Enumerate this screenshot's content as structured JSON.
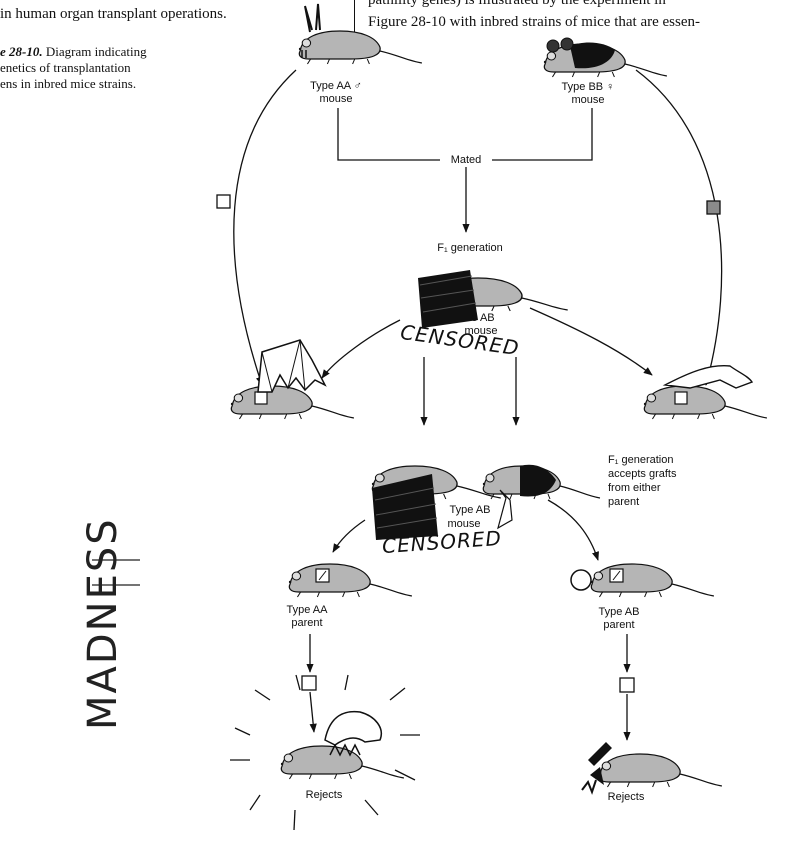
{
  "page": {
    "top_left_line": "in human organ transplant operations.",
    "top_right_line1": "pathility genes) is illustrated by the experiment in",
    "top_right_line2": "Figure 28-10 with inbred strains of mice that are essen-",
    "caption_label": "e 28-10.",
    "caption_line1": " Diagram indicating",
    "caption_line2": "enetics of transplantation",
    "caption_line3": "ens in inbred mice strains."
  },
  "diagram": {
    "type_aa_male": "Type AA ♂",
    "type_aa_male_sub": "mouse",
    "type_bb_female": "Type BB ♀",
    "type_bb_female_sub": "mouse",
    "mated": "Mated",
    "f1_generation": "F₁  generation",
    "type_ab_top": "e AB",
    "type_ab_top_sub": "mouse",
    "censored_1": "CENSORED",
    "f1_accepts": [
      "F₁  generation",
      "accepts grafts",
      "from either",
      "parent"
    ],
    "type_ab_mid": "Type AB",
    "type_ab_mid_sub": "mouse",
    "censored_2": "CENSORED",
    "type_aa_parent": "Type AA",
    "type_aa_parent_sub": "parent",
    "type_ab_parent": "Type AB",
    "type_ab_parent_sub": "parent",
    "rejects_left": "Rejects",
    "rejects_right": "Rejects",
    "graffiti": "MADNESS"
  },
  "colors": {
    "ink": "#111111",
    "graft_bb": "#8a8a8a",
    "mouse_fill": "#b5b5b5"
  }
}
